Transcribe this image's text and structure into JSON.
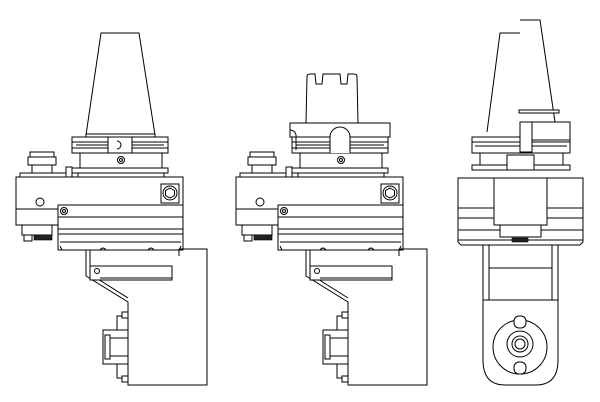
{
  "colors": {
    "line": "#000000",
    "background": "#ffffff"
  },
  "views": [
    {
      "id": "front-view-sk-taper"
    },
    {
      "id": "front-view-hsk"
    },
    {
      "id": "side-view-sk-taper"
    }
  ]
}
